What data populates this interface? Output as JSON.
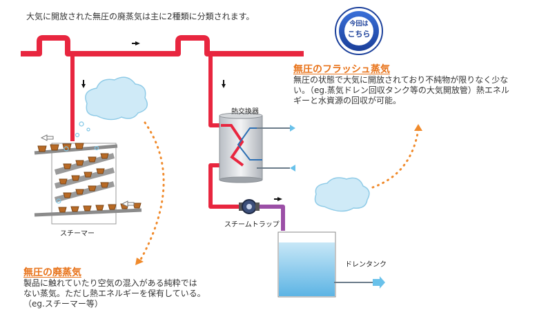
{
  "intro_text": "大気に開放された無圧の廃蒸気は主に2種類に分類されます。",
  "badge": {
    "line1": "今回は",
    "line2": "こちら"
  },
  "flash_steam": {
    "title": "無圧のフラッシュ蒸気",
    "body": "無圧の状態で大気に開放されており不純物が限りなく少ない。（eg.蒸気ドレン回収タンク等の大気開放管）熱エネルギーと水資源の回収が可能。"
  },
  "waste_steam": {
    "title": "無圧の廃蒸気",
    "body_line1": "製品に触れていたり空気の混入がある純粋では",
    "body_line2": "ない蒸気。ただし熱エネルギーを保有している。",
    "body_line3": "（eg.スチーマー等）"
  },
  "labels": {
    "heat_exchanger": "熱交換器",
    "steam_trap": "スチームトラップ",
    "steamer": "スチーマー",
    "drain_tank": "ドレンタンク"
  },
  "colors": {
    "steam_pipe": "#e8263f",
    "drain_pipe": "#9b4fa6",
    "accent_orange": "#e8731a",
    "badge_blue": "#1a3f9a",
    "water": "#7cc8ee"
  }
}
